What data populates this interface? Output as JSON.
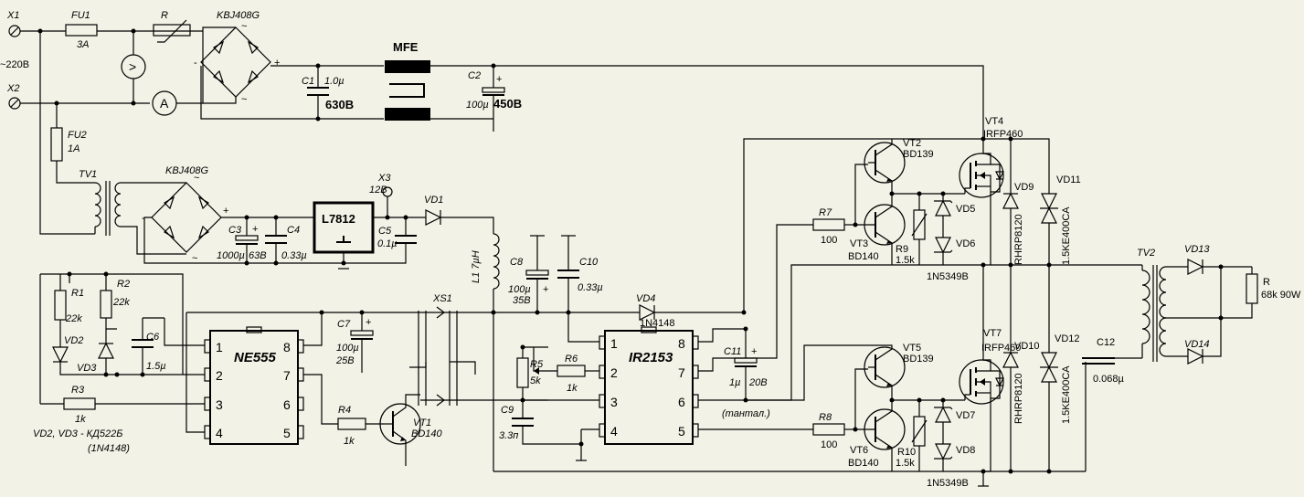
{
  "input": {
    "x1": "X1",
    "x2": "X2",
    "mains": "~220В",
    "fu1": "FU1",
    "fu1_val": "3А",
    "fu2": "FU2",
    "fu2_val": "1А",
    "r": "R",
    "bridge1": "KBJ408G",
    "c1": "C1",
    "c1_val": "1.0µ",
    "c1_v": "630В",
    "mfe": "MFE",
    "c2": "C2",
    "c2_val": "100µ",
    "c2_v": "450В",
    "volt": ">",
    "amp": "A"
  },
  "supply": {
    "tv1": "TV1",
    "bridge2": "KBJ408G",
    "c3": "C3",
    "c3_val": "1000µ",
    "c3_v": "63В",
    "c4": "C4",
    "c4_val": "0.33µ",
    "reg": "L7812",
    "c5": "C5",
    "c5_val": "0.1µ",
    "x3": "X3",
    "x3_val": "12В",
    "vd1": "VD1",
    "l1": "L1 7µH"
  },
  "timer": {
    "r1": "R1",
    "r1_val": "22k",
    "r2": "R2",
    "r2_val": "22k",
    "vd2": "VD2",
    "vd3": "VD3",
    "c6": "C6",
    "c6_val": "1.5µ",
    "r3": "R3",
    "r3_val": "1k",
    "note1": "VD2, VD3 - КД522Б",
    "note2": "(1N4148)",
    "ic": "NE555",
    "c7": "C7",
    "c7_val": "100µ",
    "c7_v": "25В",
    "r4": "R4",
    "r4_val": "1k",
    "vt1": "VT1",
    "vt1_type": "BD140",
    "xs1": "XS1",
    "pins": [
      "1",
      "2",
      "3",
      "4",
      "8",
      "7",
      "6",
      "5"
    ]
  },
  "driver": {
    "c8": "C8",
    "c8_val": "100µ",
    "c8_v": "35В",
    "c10": "C10",
    "c10_val": "0.33µ",
    "vd4": "VD4",
    "vd4_type": "1N4148",
    "r5": "R5",
    "r5_val": "5k",
    "r6": "R6",
    "r6_val": "1k",
    "c9": "C9",
    "c9_val": "3.3п",
    "ic": "IR2153",
    "c11": "C11",
    "c11_val": "1µ",
    "c11_v": "20В",
    "c11_note": "(тантал.)",
    "pins": [
      "1",
      "2",
      "3",
      "4",
      "8",
      "7",
      "6",
      "5"
    ]
  },
  "top_half": {
    "r7": "R7",
    "r7_val": "100",
    "vt2": "VT2",
    "vt2_type": "BD139",
    "vt3": "VT3",
    "vt3_type": "BD140",
    "r9": "R9",
    "r9_val": "1.5k",
    "vd5": "VD5",
    "vd6": "VD6",
    "zener": "1N5349B",
    "vt4": "VT4",
    "vt4_type": "IRFP460",
    "vd9": "VD9",
    "vd9_type": "RHRP8120",
    "vd11": "VD11",
    "vd11_type": "1.5KE400CA"
  },
  "bottom_half": {
    "r8": "R8",
    "r8_val": "100",
    "vt5": "VT5",
    "vt5_type": "BD139",
    "vt6": "VT6",
    "vt6_type": "BD140",
    "r10": "R10",
    "r10_val": "1.5k",
    "vd7": "VD7",
    "vd8": "VD8",
    "zener": "1N5349B",
    "vt7": "VT7",
    "vt7_type": "IRFP460",
    "vd10": "VD10",
    "vd10_type": "RHRP8120",
    "vd12": "VD12",
    "vd12_type": "1.5KE400CA"
  },
  "output": {
    "c12": "C12",
    "c12_val": "0.068µ",
    "tv2": "TV2",
    "vd13": "VD13",
    "vd14": "VD14",
    "r": "R",
    "r_val": "68k 90W"
  }
}
